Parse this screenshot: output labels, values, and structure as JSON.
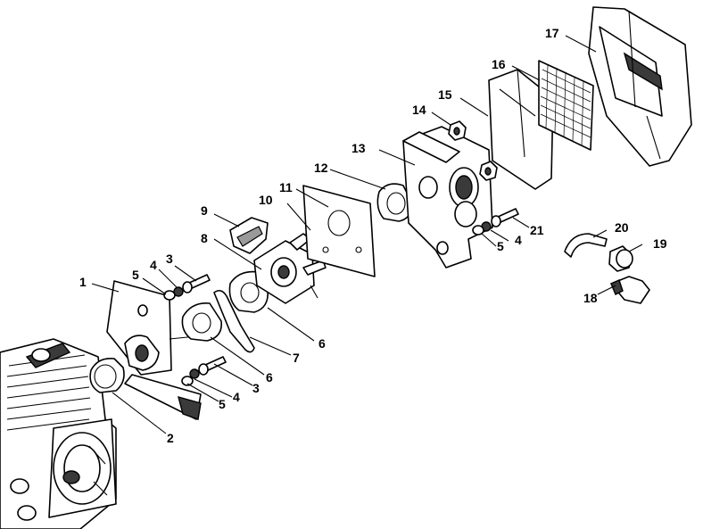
{
  "diagram": {
    "callouts": [
      {
        "id": "1",
        "text": "1"
      },
      {
        "id": "2",
        "text": "2"
      },
      {
        "id": "3a",
        "text": "3"
      },
      {
        "id": "3b",
        "text": "3"
      },
      {
        "id": "4a",
        "text": "4"
      },
      {
        "id": "4b",
        "text": "4"
      },
      {
        "id": "4c",
        "text": "4"
      },
      {
        "id": "5a",
        "text": "5"
      },
      {
        "id": "5b",
        "text": "5"
      },
      {
        "id": "5c",
        "text": "5"
      },
      {
        "id": "6a",
        "text": "6"
      },
      {
        "id": "6b",
        "text": "6"
      },
      {
        "id": "7",
        "text": "7"
      },
      {
        "id": "8",
        "text": "8"
      },
      {
        "id": "9",
        "text": "9"
      },
      {
        "id": "10",
        "text": "10"
      },
      {
        "id": "11",
        "text": "11"
      },
      {
        "id": "12",
        "text": "12"
      },
      {
        "id": "13",
        "text": "13"
      },
      {
        "id": "14",
        "text": "14"
      },
      {
        "id": "15",
        "text": "15"
      },
      {
        "id": "16",
        "text": "16"
      },
      {
        "id": "17",
        "text": "17"
      },
      {
        "id": "18",
        "text": "18"
      },
      {
        "id": "19",
        "text": "19"
      },
      {
        "id": "20",
        "text": "20"
      },
      {
        "id": "21",
        "text": "21"
      }
    ]
  }
}
